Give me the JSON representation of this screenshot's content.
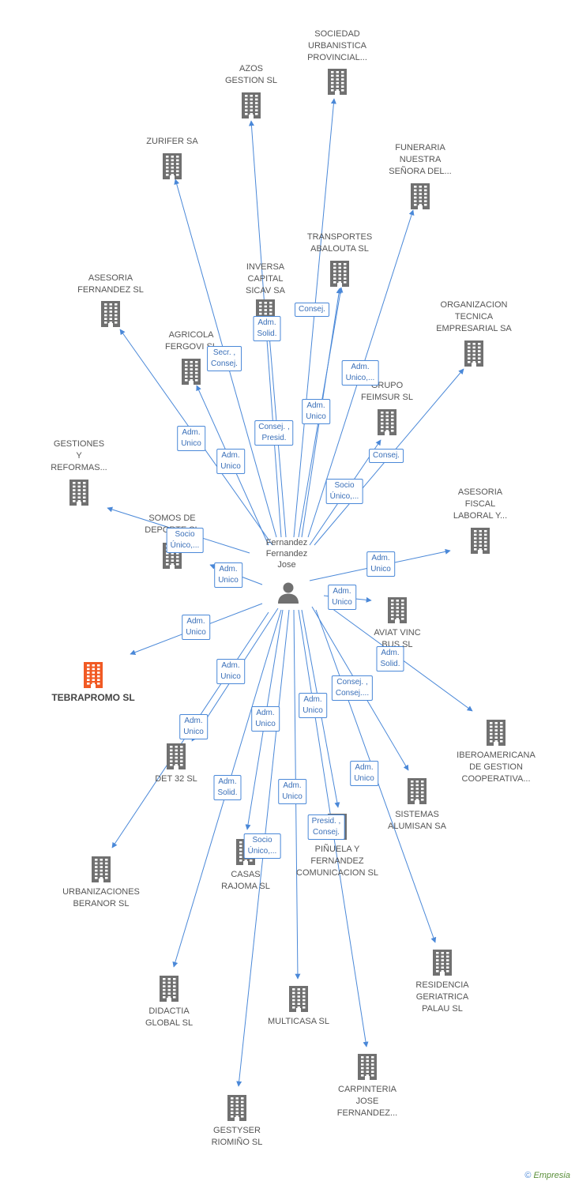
{
  "center": {
    "label": "Fernandez\nFernandez\nJose"
  },
  "colors": {
    "edge": "#4a88d8",
    "node": "#707070",
    "highlight": "#f15a24",
    "label_border": "#4a88d8"
  },
  "nodes": [
    {
      "id": "sociedad",
      "label": "SOCIEDAD\nURBANISTICA\nPROVINCIAL..."
    },
    {
      "id": "azos",
      "label": "AZOS\nGESTION SL"
    },
    {
      "id": "zurifer",
      "label": "ZURIFER SA"
    },
    {
      "id": "funeraria",
      "label": "FUNERARIA\nNUESTRA\nSEÑORA DEL..."
    },
    {
      "id": "transportes",
      "label": "TRANSPORTES\nABALOUTA SL"
    },
    {
      "id": "inversa",
      "label": "INVERSA\nCAPITAL\nSICAV SA"
    },
    {
      "id": "asesoria_fernandez",
      "label": "ASESORIA\nFERNANDEZ SL"
    },
    {
      "id": "organizacion",
      "label": "ORGANIZACION\nTECNICA\nEMPRESARIAL SA"
    },
    {
      "id": "agricola",
      "label": "AGRICOLA\nFERGOVI SL"
    },
    {
      "id": "grupo_feimsur",
      "label": "GRUPO\nFEIMSUR SL"
    },
    {
      "id": "gestiones",
      "label": "GESTIONES\nY\nREFORMAS..."
    },
    {
      "id": "asesoria_fiscal",
      "label": "ASESORIA\nFISCAL\nLABORAL Y..."
    },
    {
      "id": "somos",
      "label": "SOMOS DE\nDEPORTE SL"
    },
    {
      "id": "aviat",
      "label": "AVIAT VINC\nBUS SL"
    },
    {
      "id": "tebrapromo",
      "label": "TEBRAPROMO SL",
      "highlight": true
    },
    {
      "id": "iberoamericana",
      "label": "IBEROAMERICANA\nDE GESTION\nCOOPERATIVA..."
    },
    {
      "id": "det32",
      "label": "DET 32 SL"
    },
    {
      "id": "sistemas",
      "label": "SISTEMAS\nALUMISAN SA"
    },
    {
      "id": "urbanizaciones",
      "label": "URBANIZACIONES\nBERANOR SL"
    },
    {
      "id": "casas",
      "label": "CASAS\nRAJOMA SL"
    },
    {
      "id": "pinuela",
      "label": "PIÑUELA Y\nFERNANDEZ\nCOMUNICACION SL"
    },
    {
      "id": "residencia",
      "label": "RESIDENCIA\nGERIATRICA\nPALAU SL"
    },
    {
      "id": "didactia",
      "label": "DIDACTIA\nGLOBAL SL"
    },
    {
      "id": "multicasa",
      "label": "MULTICASA SL"
    },
    {
      "id": "carpinteria",
      "label": "CARPINTERIA\nJOSE\nFERNANDEZ..."
    },
    {
      "id": "gestyser",
      "label": "GESTYSER\nRIOMIÑO SL"
    }
  ],
  "edges": [
    {
      "to": "sociedad"
    },
    {
      "to": "azos",
      "label": "Adm.\nSolid."
    },
    {
      "to": "zurifer",
      "label": "Secr. ,\nConsej."
    },
    {
      "to": "funeraria",
      "label": "Adm.\nUnico,..."
    },
    {
      "to": "transportes",
      "label": "Consej."
    },
    {
      "to": "inversa",
      "label": "Consej. ,\nPresid."
    },
    {
      "to": "asesoria_fernandez",
      "label": "Adm.\nUnico"
    },
    {
      "to": "organizacion",
      "label": "Consej."
    },
    {
      "to": "agricola",
      "label": "Adm.\nUnico"
    },
    {
      "to": "grupo_feimsur",
      "label": "Socio\nÚnico,..."
    },
    {
      "to": "gestiones",
      "label": "Socio\nÚnico,..."
    },
    {
      "to": "asesoria_fiscal",
      "label": "Adm.\nUnico"
    },
    {
      "to": "somos",
      "label": "Adm.\nUnico"
    },
    {
      "to": "aviat",
      "label": "Adm.\nUnico"
    },
    {
      "to": "tebrapromo",
      "label": "Adm.\nUnico"
    },
    {
      "to": "iberoamericana",
      "label": "Adm.\nSolid."
    },
    {
      "to": "det32",
      "label": "Adm.\nUnico"
    },
    {
      "to": "sistemas",
      "label": "Consej. ,\nConsej...."
    },
    {
      "to": "urbanizaciones",
      "label": "Adm.\nUnico"
    },
    {
      "to": "casas",
      "label": "Adm.\nUnico"
    },
    {
      "to": "pinuela",
      "label": "Adm.\nUnico"
    },
    {
      "to": "residencia",
      "label": "Adm.\nUnico"
    },
    {
      "to": "didactia",
      "label": "Adm.\nSolid."
    },
    {
      "to": "multicasa",
      "label": "Adm.\nUnico"
    },
    {
      "to": "carpinteria",
      "label": "Presid. ,\nConsej."
    },
    {
      "to": "gestyser",
      "label": "Socio\nÚnico,..."
    },
    {
      "to": "transportes",
      "label": "Adm.\nUnico"
    }
  ],
  "footer": {
    "copyright": "©",
    "brand": "Empresia"
  }
}
